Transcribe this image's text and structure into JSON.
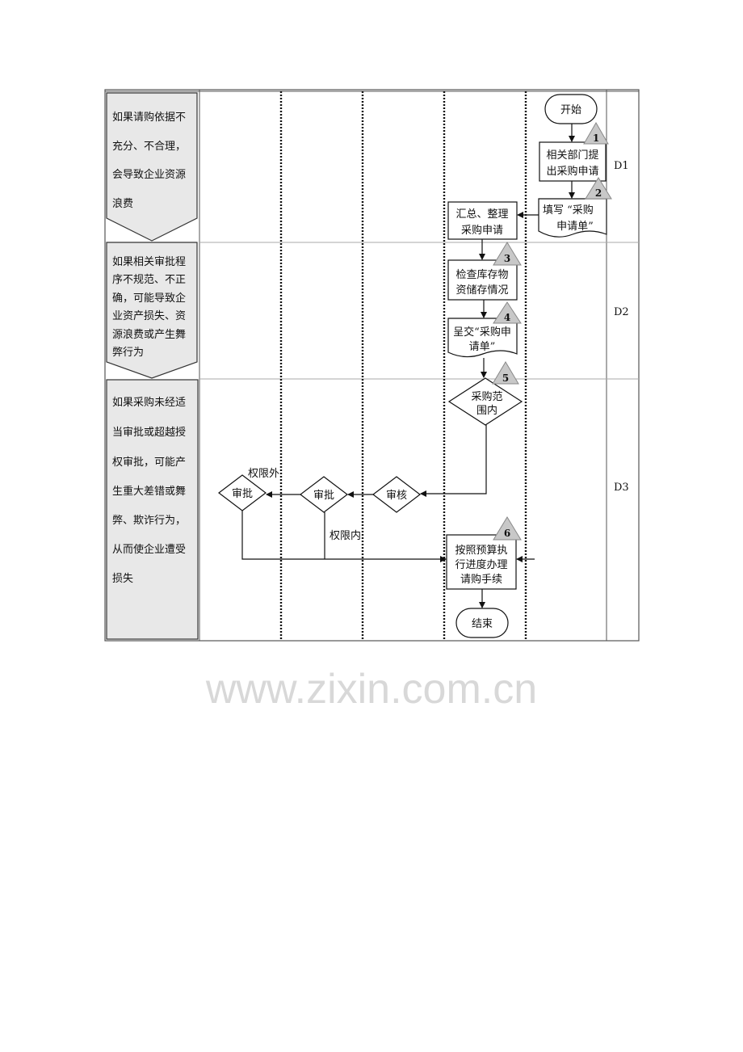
{
  "risks": [
    {
      "lines": [
        "如果请购依据不",
        "充分、不合理，",
        "会导致企业资源",
        "浪费"
      ]
    },
    {
      "lines": [
        "如果相关审批程",
        "序不规范、不正",
        "确，可能导致企",
        "业资产损失、资",
        "源浪费或产生舞",
        "弊行为"
      ]
    },
    {
      "lines": [
        "如果采购未经适",
        "当审批或超越授",
        "权审批，可能产",
        "生重大差错或舞",
        "弊、欺诈行为，",
        "从而使企业遭受",
        "损失"
      ]
    }
  ],
  "rows": [
    "D1",
    "D2",
    "D3"
  ],
  "nodes": {
    "start": "开始",
    "step1": [
      "相关部门提",
      "出采购申请"
    ],
    "step2": [
      "填写 “采购",
      "申请单”"
    ],
    "summarize": [
      "汇总、整理",
      "采购申请"
    ],
    "step3": [
      "检查库存物",
      "资储存情况"
    ],
    "step4": [
      "呈交“采购申",
      "请单”"
    ],
    "step5": [
      "采购范",
      "围内"
    ],
    "review": "审核",
    "approve1": "审批",
    "approve2": "审批",
    "step6": [
      "按照预算执",
      "行进度办理",
      "请购手续"
    ],
    "end": "结束"
  },
  "markers": [
    "1",
    "2",
    "3",
    "4",
    "5",
    "6"
  ],
  "labels": {
    "outside": "权限外",
    "inside": "权限内"
  },
  "watermark": "www.zixin.com.cn"
}
